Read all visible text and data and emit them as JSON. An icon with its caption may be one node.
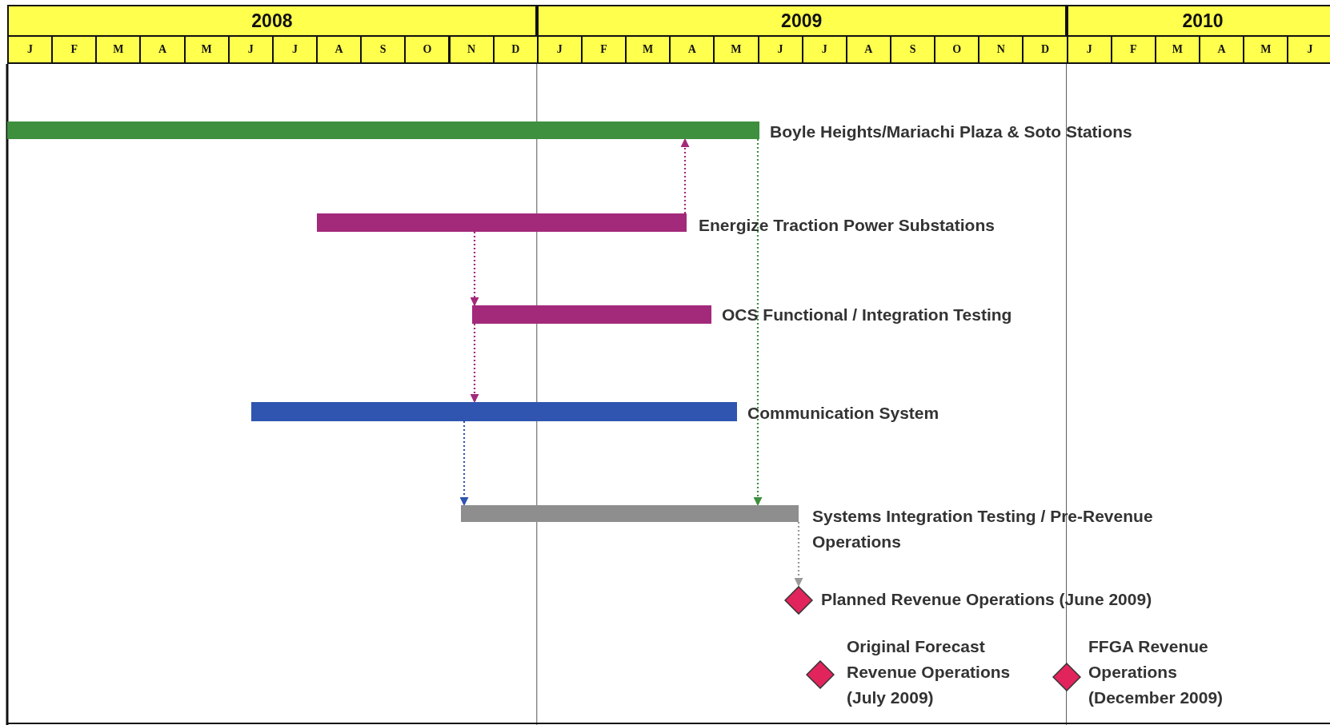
{
  "diagram": {
    "nodes": [
      {
        "text": [],
        "shape": "bar",
        "beside": [
          "Boyle Heights/Mariachi Plaza & Soto Stations"
        ]
      },
      {
        "text": [],
        "shape": "bar",
        "beside": [
          "Energize Traction Power Substations"
        ]
      },
      {
        "text": [],
        "shape": "bar",
        "beside": [
          "OCS Functional / Integration Testing"
        ]
      },
      {
        "text": [],
        "shape": "bar",
        "beside": [
          "Communication System"
        ]
      },
      {
        "text": [],
        "shape": "bar",
        "beside": [
          "Systems Integration Testing / Pre-Revenue Operations"
        ]
      },
      {
        "text": [],
        "shape": "diamond",
        "beside": [
          "Planned Revenue Operations (June 2009)"
        ]
      },
      {
        "text": [],
        "shape": "diamond",
        "beside": [
          "Original Forecast Revenue Operations (July 2009)"
        ]
      },
      {
        "text": [],
        "shape": "diamond",
        "beside": [
          "FFGA Revenue Operations (December 2009)"
        ]
      }
    ],
    "edges": [
      {
        "from": 1,
        "to": 0,
        "arrow": "to",
        "style": "dashed"
      },
      {
        "from": 0,
        "to": 4,
        "arrow": "to",
        "style": "dashed",
        "color": "#3e8f3e"
      },
      {
        "from": 1,
        "to": 2,
        "arrow": "to",
        "style": "dashed"
      },
      {
        "from": 2,
        "to": 3,
        "arrow": "to",
        "style": "dashed"
      },
      {
        "from": 3,
        "to": 4,
        "arrow": "to",
        "style": "dashed",
        "color": "#2f55b0"
      },
      {
        "from": 4,
        "to": 5,
        "arrow": "to",
        "style": "dashed",
        "color": "#999999"
      }
    ],
    "labels": [
      "2008",
      "2009",
      "2010",
      "J",
      "F",
      "M",
      "A",
      "M",
      "J",
      "J",
      "A",
      "S",
      "O",
      "N",
      "D",
      "J",
      "F",
      "M",
      "A",
      "M",
      "J",
      "J",
      "A",
      "S",
      "O",
      "N",
      "D",
      "J",
      "F",
      "M",
      "A",
      "M",
      "J"
    ]
  }
}
